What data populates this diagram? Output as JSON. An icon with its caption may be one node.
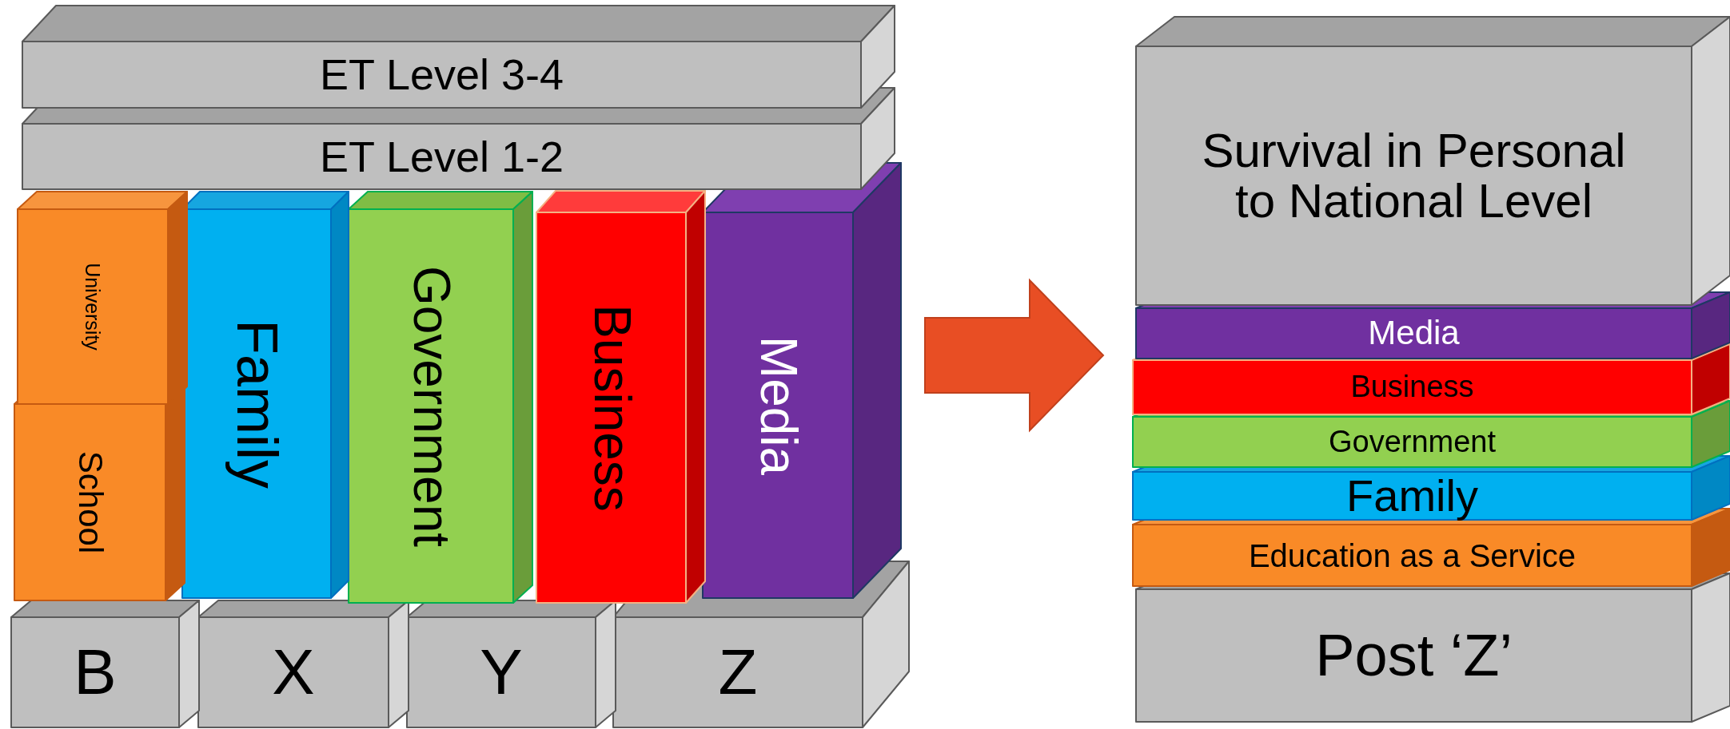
{
  "diagram": {
    "nodes": [
      {
        "text": [
          "ET Level 3-4"
        ]
      },
      {
        "text": [
          "ET Level 1-2"
        ]
      },
      {
        "text": [
          "University"
        ]
      },
      {
        "text": [
          "School"
        ]
      },
      {
        "text": [
          "Family"
        ]
      },
      {
        "text": [
          "Government"
        ]
      },
      {
        "text": [
          "Business"
        ]
      },
      {
        "text": [
          "Media"
        ]
      },
      {
        "text": [
          "B"
        ]
      },
      {
        "text": [
          "X"
        ]
      },
      {
        "text": [
          "Y"
        ]
      },
      {
        "text": [
          "Z"
        ]
      },
      {
        "text": [
          "Survival in Personal to National Level"
        ]
      },
      {
        "text": [
          "Media"
        ]
      },
      {
        "text": [
          "Business"
        ]
      },
      {
        "text": [
          "Government"
        ]
      },
      {
        "text": [
          "Family"
        ]
      },
      {
        "text": [
          "Education as a Service"
        ]
      },
      {
        "text": [
          "Post ‘Z’"
        ]
      }
    ],
    "edges": [
      {
        "from": 7,
        "to": 12,
        "arrow": "to",
        "style": "thick"
      }
    ]
  }
}
